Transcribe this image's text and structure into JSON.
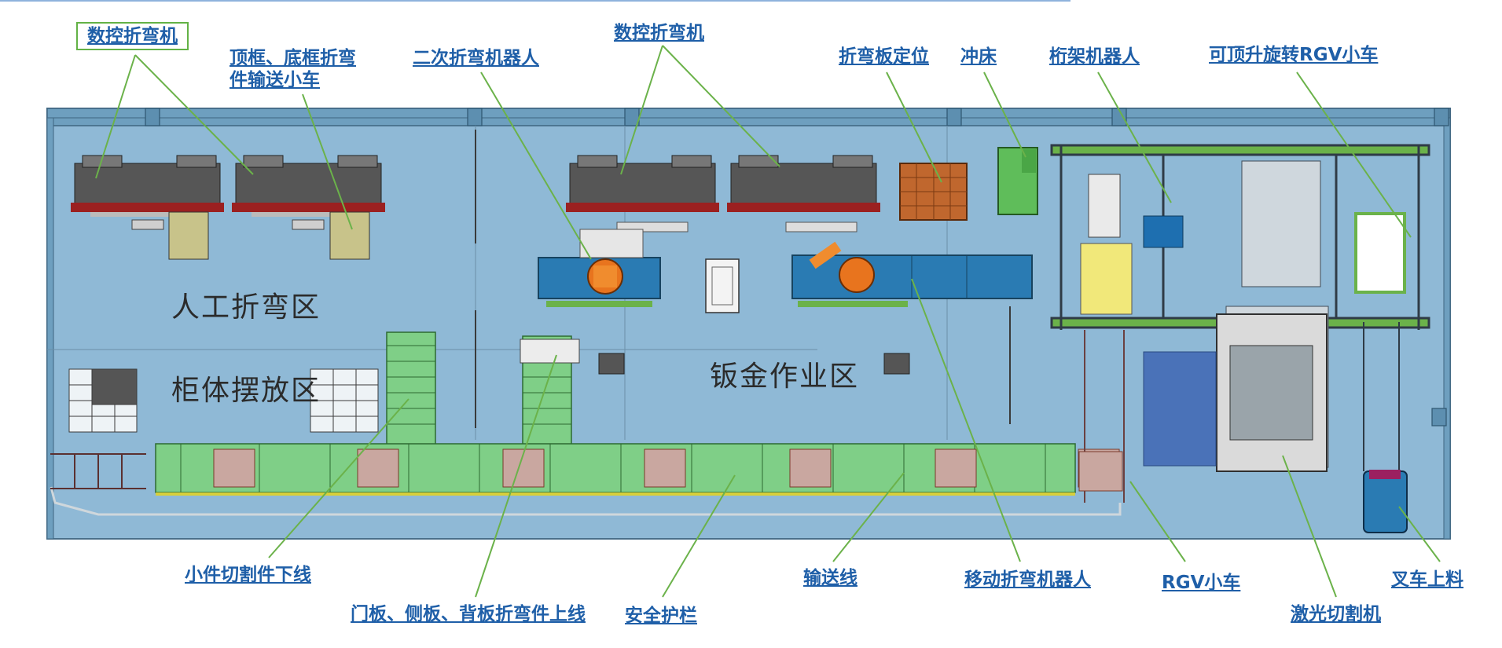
{
  "labels": {
    "cnc_bender_1": "数控折弯机",
    "top_bottom_cart_line1": "顶框、底框折弯",
    "top_bottom_cart_line2": "件输送小车",
    "secondary_robot": "二次折弯机器人",
    "cnc_bender_2": "数控折弯机",
    "plate_positioning": "折弯板定位",
    "punch_press": "冲床",
    "gantry_robot": "桁架机器人",
    "rgv_lift_rotate": "可顶升旋转RGV小车",
    "small_parts_offline": "小件切割件下线",
    "panel_online": "门板、侧板、背板折弯件上线",
    "safety_fence": "安全护栏",
    "conveyor": "输送线",
    "mobile_robot": "移动折弯机器人",
    "rgv_cart": "RGV小车",
    "laser_cutter": "激光切割机",
    "forklift_loading": "叉车上料"
  },
  "zones": {
    "manual_bending": "人工折弯区",
    "cabinet_storage": "柜体摆放区",
    "sheet_metal": "钣金作业区"
  },
  "colors": {
    "floor": "#8fb9d6",
    "label_text": "#1f5fa8",
    "leader_line": "#6bb24a",
    "machine": "#4f4f4f",
    "conveyor_green": "#7fcf87",
    "robot_orange": "#e8741e",
    "frame_gray": "#3f4a55"
  }
}
